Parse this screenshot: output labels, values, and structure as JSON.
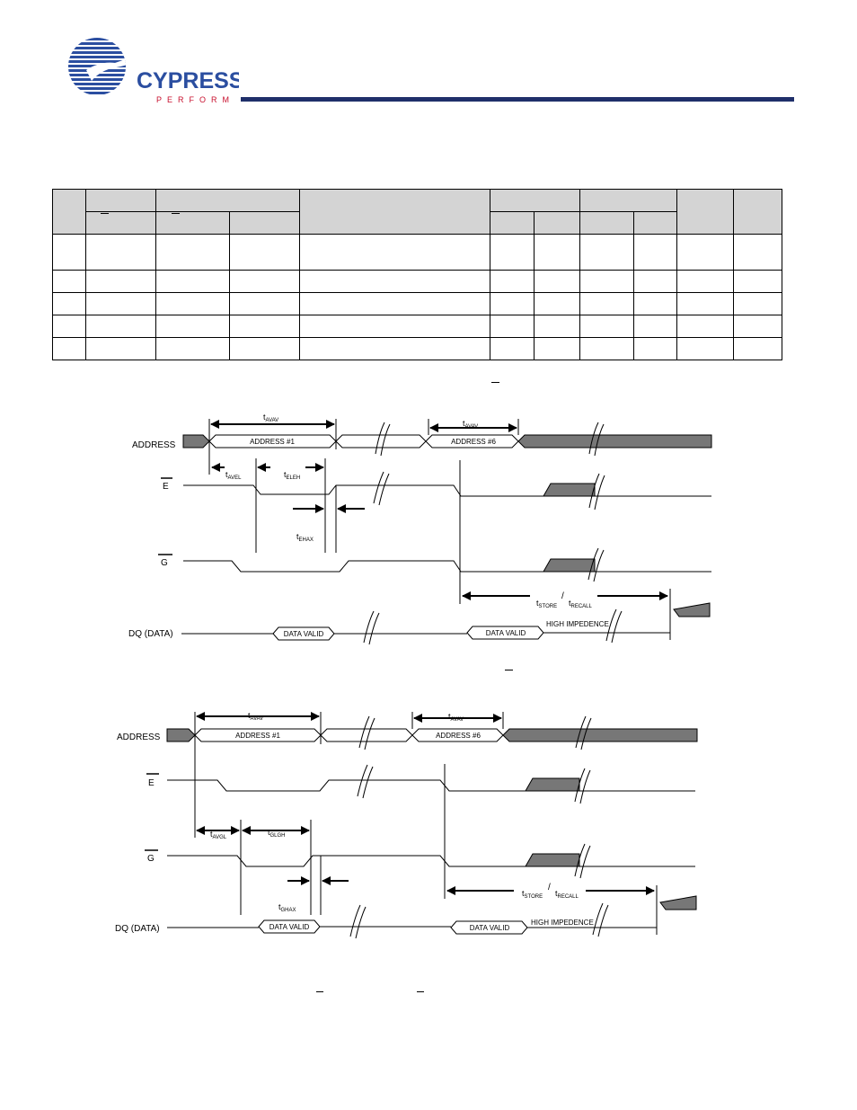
{
  "header": {
    "logo_text": "CYPRESS",
    "logo_tagline": "PERFORM"
  },
  "diagram1": {
    "signals": {
      "address": "ADDRESS",
      "e": "E",
      "g": "G",
      "dq": "DQ (DATA)"
    },
    "address_cells": {
      "first": "ADDRESS #1",
      "sixth": "ADDRESS #6"
    },
    "data_valid": "DATA VALID",
    "high_impedance": "HIGH IMPEDENCE",
    "timing": {
      "avav": {
        "base": "t",
        "sub": "AVAV"
      },
      "avel": {
        "base": "t",
        "sub": "AVEL"
      },
      "eleh": {
        "base": "t",
        "sub": "ELEH"
      },
      "ehax": {
        "base": "t",
        "sub": "EHAX"
      },
      "store": {
        "base": "t",
        "sub": "STORE"
      },
      "recall": {
        "base": "t",
        "sub": "RECALL"
      },
      "slash": "/"
    }
  },
  "diagram2": {
    "signals": {
      "address": "ADDRESS",
      "e": "E",
      "g": "G",
      "dq": "DQ (DATA)"
    },
    "address_cells": {
      "first": "ADDRESS #1",
      "sixth": "ADDRESS #6"
    },
    "data_valid": "DATA VALID",
    "high_impedance": "HIGH IMPEDENCE",
    "timing": {
      "avav": {
        "base": "t",
        "sub": "AVAV"
      },
      "avgl": {
        "base": "t",
        "sub": "AVGL"
      },
      "glgh": {
        "base": "t",
        "sub": "GLGH"
      },
      "ghax": {
        "base": "t",
        "sub": "GHAX"
      },
      "store": {
        "base": "t",
        "sub": "STORE"
      },
      "recall": {
        "base": "t",
        "sub": "RECALL"
      },
      "slash": "/"
    }
  }
}
